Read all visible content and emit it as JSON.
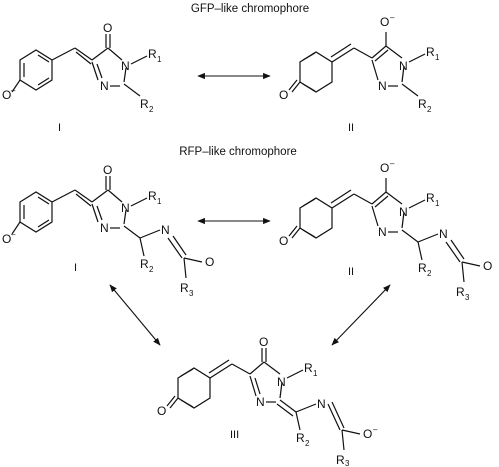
{
  "sections": {
    "gfp_title": "GFP–like chromophore",
    "rfp_title": "RFP–like chromophore"
  },
  "labels": {
    "I": "I",
    "II": "II",
    "III": "III"
  },
  "atoms": {
    "O": "O",
    "N": "N",
    "R": "R",
    "sub1": "1",
    "sub2": "2",
    "sub3": "3",
    "minus": "–"
  }
}
